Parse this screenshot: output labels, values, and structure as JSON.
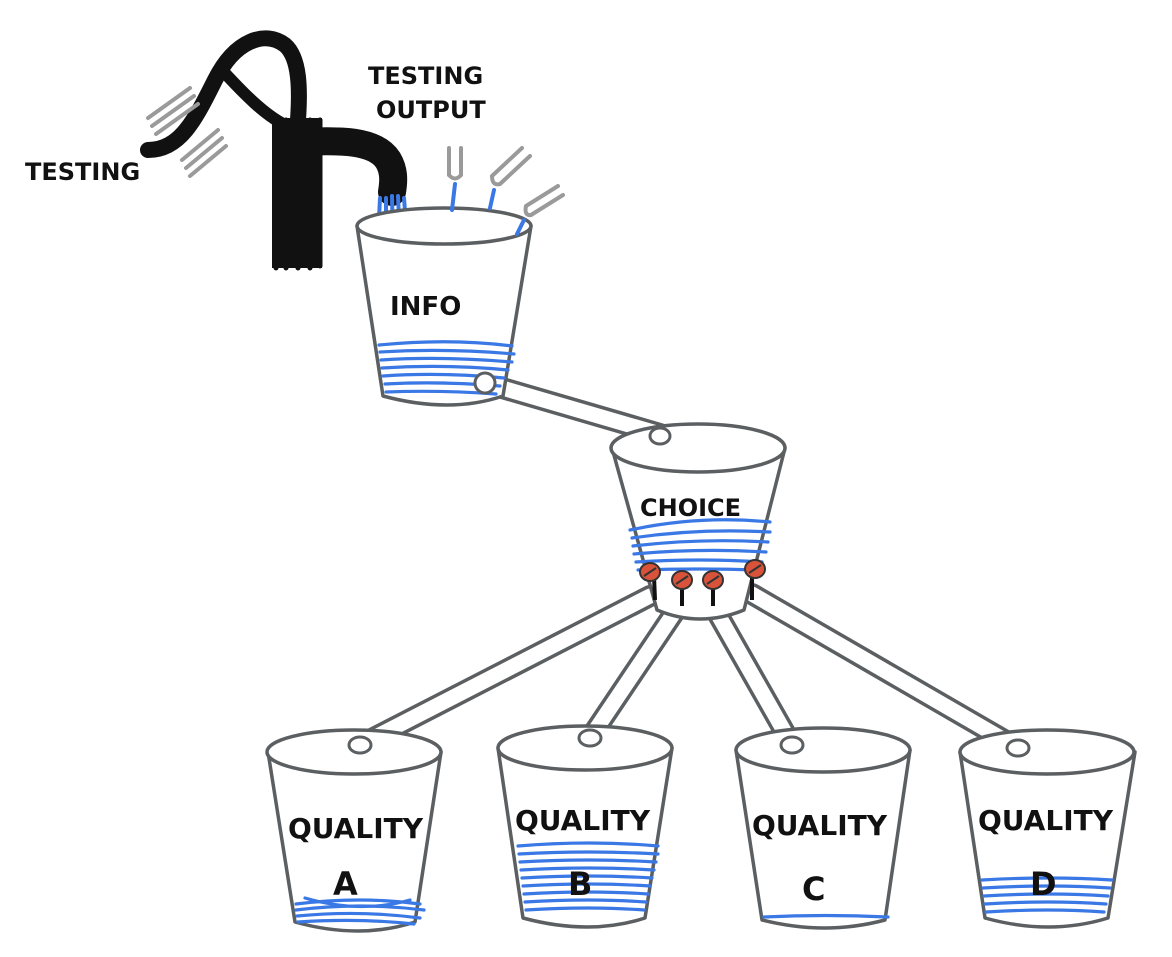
{
  "labels": {
    "pump": "TESTING",
    "testing_output_line1": "TESTING",
    "testing_output_line2": "OUTPUT"
  },
  "buckets": {
    "info": {
      "label": "INFO"
    },
    "choice": {
      "label": "CHOICE"
    },
    "quality_a": {
      "line1": "QUALITY",
      "line2": "A"
    },
    "quality_b": {
      "line1": "QUALITY",
      "line2": "B"
    },
    "quality_c": {
      "line1": "QUALITY",
      "line2": "C"
    },
    "quality_d": {
      "line1": "QUALITY",
      "line2": "D"
    }
  },
  "colors": {
    "water": "#3a78e6",
    "outline": "#5b5f61",
    "pump": "#111111",
    "valve": "#d9533b",
    "nozzle": "#9a9a9a"
  }
}
